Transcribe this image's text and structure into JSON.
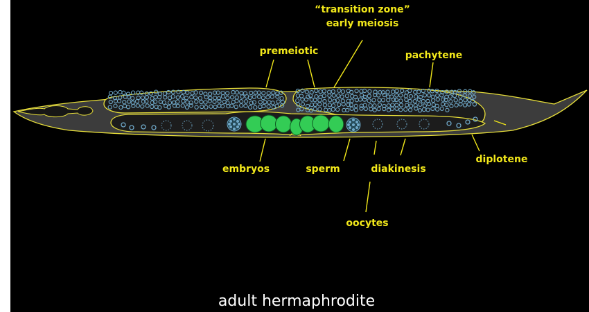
{
  "diagram": {
    "caption": "adult hermaphrodite",
    "labels": {
      "transition_line1": "“transition zone”",
      "transition_line2": "early meiosis",
      "premeiotic": "premeiotic",
      "pachytene": "pachytene",
      "diplotene": "diplotene",
      "embryos": "embryos",
      "sperm": "sperm",
      "diakinesis": "diakinesis",
      "oocytes": "oocytes"
    },
    "colors": {
      "background": "#000000",
      "label": "#f2e81a",
      "outline": "#e8df3a",
      "body_fill": "#3c3c3c",
      "gonad_fill": "#1c1c1c",
      "nuclei": "#6fa8c8",
      "embryo": "#33cc55",
      "caption": "#ffffff"
    }
  }
}
